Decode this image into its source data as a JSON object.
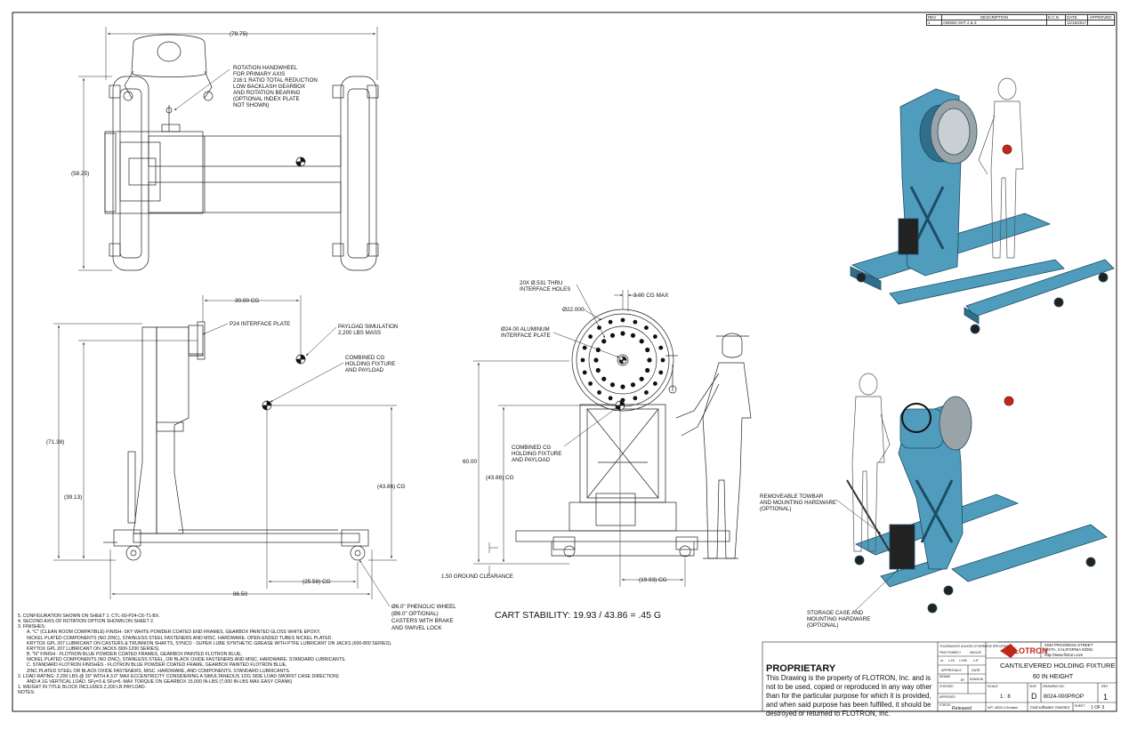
{
  "revision_block": {
    "headers": [
      "REV",
      "DESCRIPTION",
      "E.C.N",
      "DATE",
      "APPROVED"
    ],
    "rows": [
      [
        "1",
        "ADDED SHT 2 & 3",
        "",
        "11/16/2017",
        ""
      ]
    ]
  },
  "dimensions": {
    "overall_width": "(79.75)",
    "overall_length": "(58.25)",
    "interface_offset": "30.00 CG",
    "total_height": "(71.38)",
    "axis_height": "(39.13)",
    "cg_height_side": "(43.86) CG",
    "cg_horizontal": "(25.58) CG",
    "base_length": "86.50",
    "cg_max": "3.00 CG MAX",
    "bolt_circle": "Ø22.000",
    "front_height": "60.00",
    "cg_height_front": "(43.86) CG",
    "ground_clearance": "1.50 GROUND CLEARANCE",
    "front_cg_width": "(19.93) CG"
  },
  "callouts": {
    "handwheel": [
      "ROTATION HANDWHEEL",
      "FOR PRIMARY AXIS",
      "216:1 RATIO TOTAL REDUCTION",
      "LOW BACKLASH GEARBOX",
      "AND ROTATION BEARING",
      "(OPTIONAL INDEX PLATE",
      "NOT SHOWN)"
    ],
    "interface_plate": "P24 INTERFACE PLATE",
    "payload": [
      "PAYLOAD SIMULATION",
      "2,200 LBS MASS"
    ],
    "combined_cg_side": [
      "COMBINED CG",
      "HOLDING FIXTURE",
      "AND PAYLOAD"
    ],
    "thru_holes": [
      "20X Ø.531 THRU",
      "INTERFACE HOLES"
    ],
    "aluminum_plate": [
      "Ø24.00 ALUMINUM",
      "INTERFACE PLATE"
    ],
    "combined_cg_front": [
      "COMBINED CG",
      "HOLDING FIXTURE",
      "AND PAYLOAD"
    ],
    "wheel": [
      "Ø6.0\" PHENOLIC WHEEL",
      "(Ø8.0\" OPTIONAL)",
      "CASTERS WITH BRAKE",
      "AND SWIVEL LOCK"
    ],
    "towbar": [
      "REMOVEABLE TOWBAR",
      "AND MOUNTING HARDWARE",
      "(OPTIONAL)"
    ],
    "storage": [
      "STORAGE CASE AND",
      "MOUNTING HARDWARE",
      "(OPTIONAL)"
    ]
  },
  "stability": "CART STABILITY: 19.93 / 43.86 = .45 G",
  "notes": [
    {
      "text": "5.  CONFIGURATION SHOWN ON SHEET 1: CTL-60-P24-C6-T1-BX.",
      "indent": false
    },
    {
      "text": "4.  SECOND AXIS OF ROTATION OPTION SHOWN ON SHEET 2.",
      "indent": false
    },
    {
      "text": "3.  FINISHES:",
      "indent": false
    },
    {
      "text": "A.  \"C\" (CLEAN ROOM COMPATIBLE) FINISH- SKY WHITE POWDER COATED END FRAMES, GEARBOX PAINTED GLOSS WHITE EPOXY,",
      "indent": true
    },
    {
      "text": "NICKEL PLATED COMPONENTS (NO ZINC), STAINLESS STEEL FASTENERS AND MISC. HARDWARE.  OPEN-ENDED TUBES NICKEL PLATED.",
      "indent": true
    },
    {
      "text": "KRYTOX GPL 207 LUBRICANT ON CASTERS & TRUNNION SHAFTS, SYNCO - SUPER LUBE SYNTHETIC GREASE WITH PTFE LUBRICANT ON JACKS (600-800 SERIES).",
      "indent": true
    },
    {
      "text": "KRYTOX GPL 207 LUBRICANT ON JACKS (900-1200 SERIES).",
      "indent": true
    },
    {
      "text": "B.  \"N\" FINISH - FLOTRON BLUE POWDER COATED FRAMES, GEARBOX PAINTED FLOTRON BLUE,",
      "indent": true
    },
    {
      "text": "NICKEL PLATED COMPONENTS (NO ZINC), STAINLESS STEEL, OR BLACK OXIDE FASTENERS AND MISC. HARDWARE.  STANDARD LUBRICANTS.",
      "indent": true
    },
    {
      "text": "C.  STANDARD FLOTRON FINISHES - FLOTRON BLUE POWDER COATED FRAME, GEARBOX PAINTED FLOTRON BLUE,",
      "indent": true
    },
    {
      "text": "ZINC PLATED STEEL OR BLACK OXIDE FASTENERS, MISC. HARDWARE, AND COMPONENTS.  STANDARD LUBRICANTS.",
      "indent": true
    },
    {
      "text": "2.  LOAD RATING: 2,200 LBS @ 30\" WITH A 3.0\" MAX ECCENTRICITY CONSIDERING A SIMULTANEOUS 1/2G SIDE LOAD (WORST CASE DIRECTION)",
      "indent": false
    },
    {
      "text": "AND A 1G VERTICAL LOAD.  SFy=3 & SFu=5.  MAX TORQUE ON GEARBOX 15,000 IN-LBS (7,000 IN-LBS MAX EASY CRANK)",
      "indent": true
    },
    {
      "text": "1.  WEIGHT IN TITLE BLOCK INCLUDES 2,200 LB PAYLOAD.",
      "indent": false
    },
    {
      "text": "NOTES:",
      "indent": false
    }
  ],
  "proprietary": {
    "heading": "PROPRIETARY",
    "body": "This Drawing is the property of FLOTRON, Inc. and is not to be used, copied or reproduced in any way other than for the particular purpose for which it is provided, and when said purpose has been fulfilled, it should be destroyed or returned to FLOTRON, Inc."
  },
  "title_block": {
    "tolerance_header": "TOLERANCES UNLESS OTHERWISE SPECIFIED",
    "tol_labels": [
      "FRACTION",
      "DECI",
      "ANGLES"
    ],
    "tol_values": [
      ".xx",
      "±.03",
      "±.005",
      "±.5°"
    ],
    "approvals": "APPROVALS",
    "date_label": "DATE",
    "drawn": "DRAWN",
    "drawn_by": "BY",
    "date": "5/26/2016",
    "checked": "CHECKED",
    "approved": "APPROVED",
    "status_label": "STATUS",
    "status": "Released",
    "company": "FLOTRON",
    "address": [
      "2630 PROGRESS STREET",
      "VISTA, CALIFORNIA 92081",
      "http://www.flotron.com"
    ],
    "title": [
      "CANTILEVERED HOLDING FIXTURE",
      "60 IN HEIGHT"
    ],
    "scale_label": "SCALE",
    "scale": "1 : 8",
    "size_label": "SIZE",
    "size": "D",
    "dwg_label": "DRAWING NO.",
    "drawing_no": "8024-000PROP",
    "rev_label": "REV",
    "rev": "1",
    "weight": "WT: 3820.4 lbmass",
    "cad": "Cad software: Inventor",
    "sheet_label": "SHEET",
    "sheet": "1 OF 3"
  },
  "colors": {
    "frame_blue": "#4f9cbd",
    "frame_dark": "#2f6f8c",
    "line": "#1a1a1a",
    "cg_red": "#c0271d"
  }
}
